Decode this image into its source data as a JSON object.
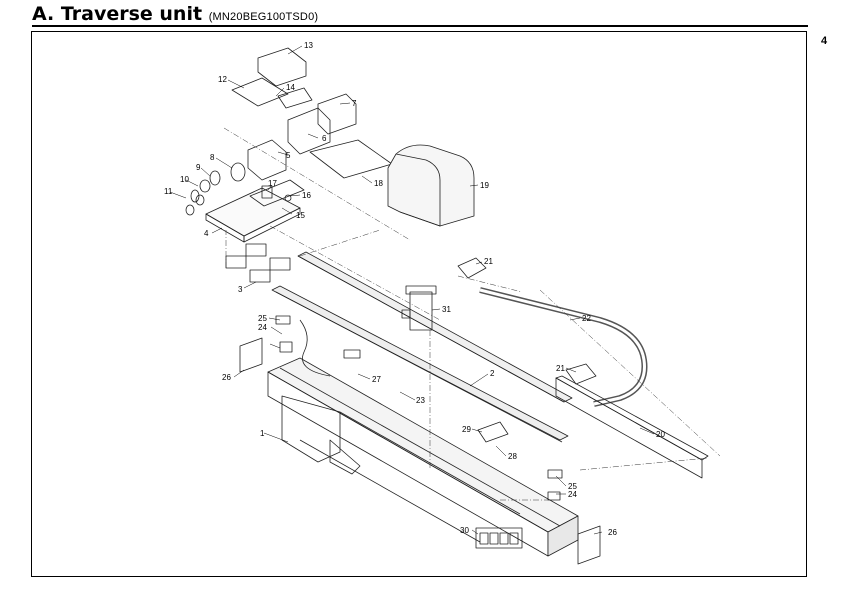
{
  "header": {
    "title": "A. Traverse unit",
    "model_code": "(MN20BEG100TSD0)",
    "page_number": "4"
  },
  "diagram": {
    "part_labels": [
      "1",
      "2",
      "3",
      "4",
      "5",
      "6",
      "7",
      "8",
      "9",
      "10",
      "11",
      "12",
      "13",
      "14",
      "15",
      "16",
      "17",
      "18",
      "19",
      "20",
      "21",
      "21",
      "22",
      "23",
      "24",
      "24",
      "25",
      "25",
      "26",
      "26",
      "27",
      "28",
      "29",
      "30",
      "31"
    ]
  }
}
